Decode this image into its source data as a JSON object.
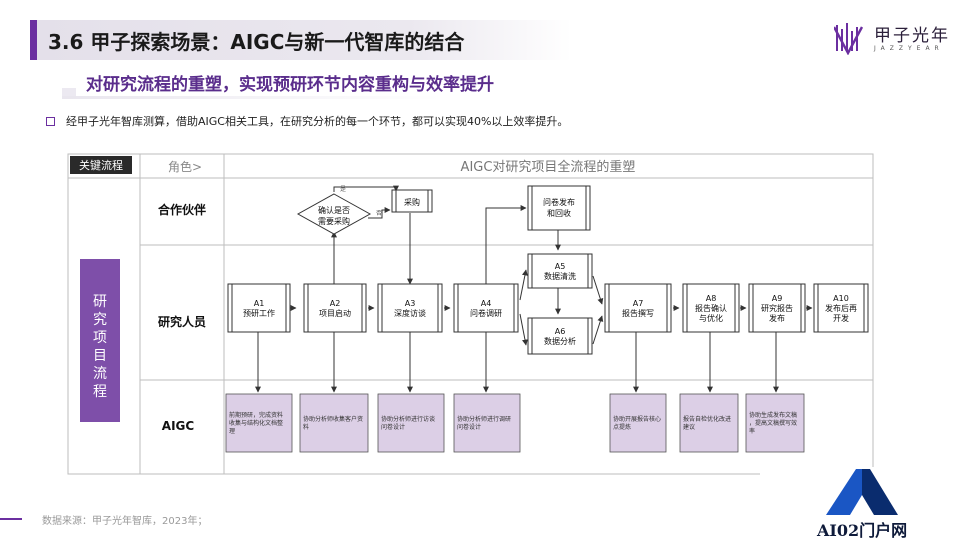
{
  "header": {
    "title": "3.6 甲子探索场景：AIGC与新一代智库的结合",
    "subtitle": "对研究流程的重塑，实现预研环节内容重构与效率提升",
    "intro": "经甲子光年智库测算，借助AIGC相关工具，在研究分析的每一个环节，都可以实现40%以上效率提升。"
  },
  "logo": {
    "text": "甲子光年",
    "sub": "JAZZYEAR"
  },
  "table": {
    "key_label": "关键流程",
    "role_label": "角色>",
    "main_title": "AIGC对研究项目全流程的重塑",
    "process_label": "研究项目流程",
    "roles": [
      "合作伙伴",
      "研究人员",
      "AIGC"
    ]
  },
  "flow": {
    "decision": "确认是否需要采购",
    "yes": "是",
    "no": "否",
    "purchase": "采购",
    "survey": "问卷发布和回收",
    "steps": [
      {
        "id": "A1",
        "label": "预研工作"
      },
      {
        "id": "A2",
        "label": "项目启动"
      },
      {
        "id": "A3",
        "label": "深度访谈"
      },
      {
        "id": "A4",
        "label": "问卷调研"
      },
      {
        "id": "A5",
        "label": "数据清洗"
      },
      {
        "id": "A6",
        "label": "数据分析"
      },
      {
        "id": "A7",
        "label": "报告撰写"
      },
      {
        "id": "A8",
        "label": "报告确认与优化"
      },
      {
        "id": "A9",
        "label": "研究报告发布"
      },
      {
        "id": "A10",
        "label": "发布后再开发"
      }
    ],
    "aigc_boxes": [
      "前期预研，完成资料收集与结构化文档整理",
      "协助分析师收集客户资料",
      "协助分析师进行访谈问卷设计",
      "协助分析师进行调研问卷设计",
      "协助开展报告核心点提炼",
      "报告自检优化改进建议",
      "协助生成发布文稿，提高文稿撰写效率"
    ]
  },
  "footer": {
    "source": "数据来源：甲子光年智库，2023年；"
  },
  "watermark": {
    "text": "AI02门户网"
  },
  "colors": {
    "accent": "#6b2fa0",
    "aigc_fill": "#dccfe6",
    "process_fill": "#7e4fa9",
    "step_border": "#333333"
  }
}
